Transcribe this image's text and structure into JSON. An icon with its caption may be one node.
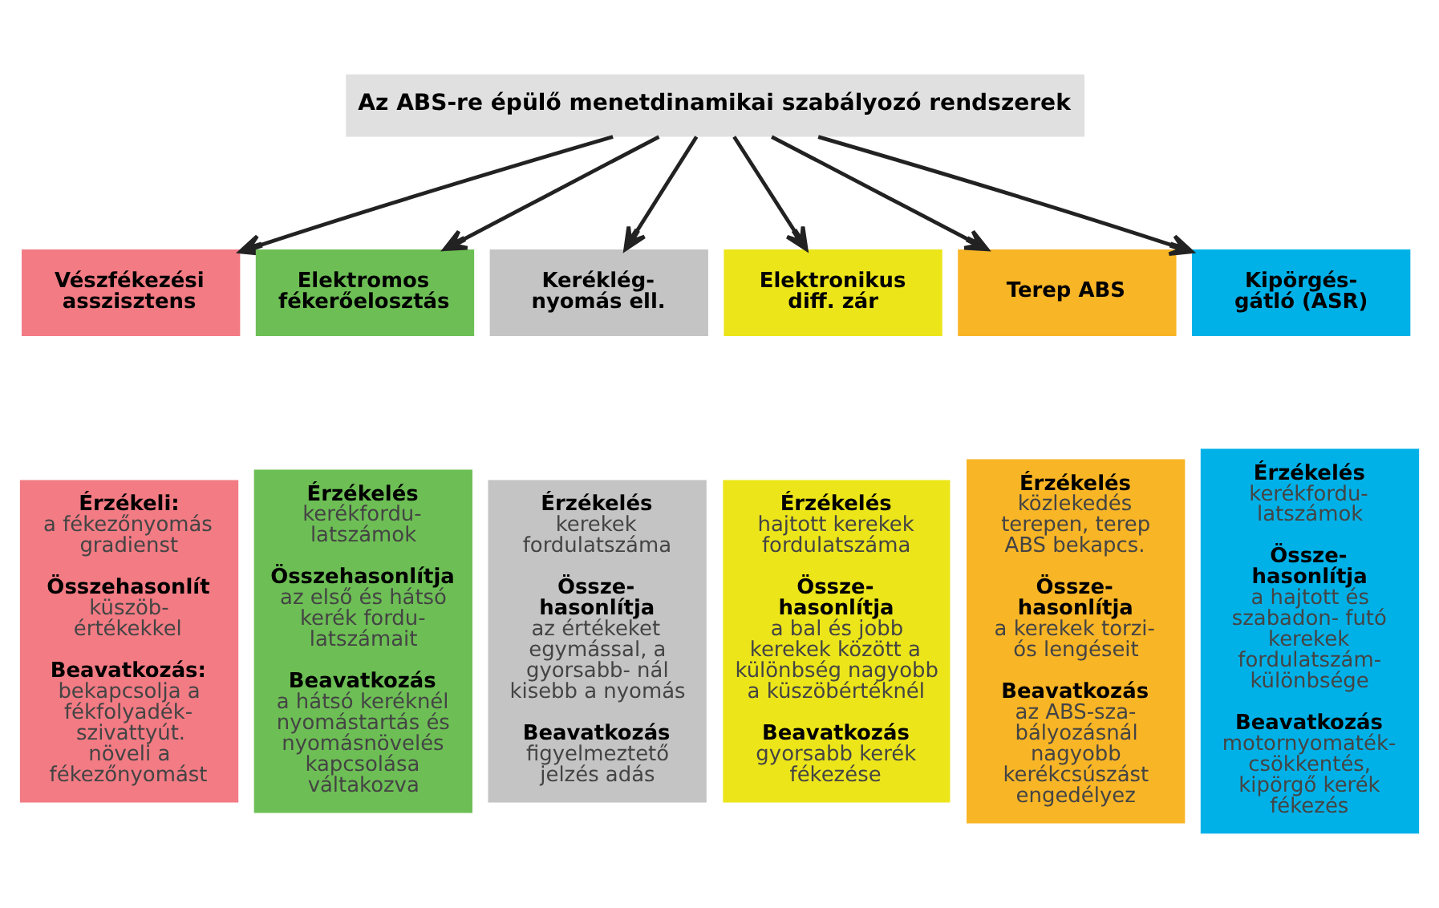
{
  "diagram": {
    "nodes": [
      {
        "text": [
          "Az ABS-re épülő menetdinamikai szabályozó rendszerek"
        ]
      },
      {
        "text": [
          "Vészfékezési asszisztens"
        ]
      },
      {
        "text": [
          "Elektromos fékerőelosztás"
        ]
      },
      {
        "text": [
          "Keréklég- nyomás ell."
        ]
      },
      {
        "text": [
          "Elektronikus diff. zár"
        ]
      },
      {
        "text": [
          "Terep ABS"
        ]
      },
      {
        "text": [
          "Kipörgés- gátló (ASR)"
        ]
      },
      {
        "text": [
          "Érzékeli:",
          "a fékezőnyomás gradienst",
          "Összehasonlít",
          "küszöb- értékekkel",
          "Beavatkozás:",
          "bekapcsolja a fékfolyadék- szivattyút. növeli a fékezőnyomást"
        ]
      },
      {
        "text": [
          "Érzékelés",
          "kerékfordu- latszámok",
          "Összehasonlítja",
          "az első és hátsó kerék fordu- latszámait",
          "Beavatkozás",
          "a hátsó keréknél nyomástartás és nyomásnövelés kapcsolása váltakozva"
        ]
      },
      {
        "text": [
          "Érzékelés",
          "kerekek fordulatszáma",
          "Össze- hasonlítja",
          "az értékeket egymással, a gyorsabb- nál kisebb a nyomás",
          "Beavatkozás",
          "figyelmeztető jelzés adás"
        ]
      },
      {
        "text": [
          "Érzékelés",
          "hajtott kerekek fordulatszáma",
          "Össze- hasonlítja",
          "a bal és jobb kerekek között a különbség nagyobb a küszöbértéknél",
          "Beavatkozás",
          "gyorsabb kerék fékezése"
        ]
      },
      {
        "text": [
          "Érzékelés",
          "közlekedés terepen, terep ABS bekapcs.",
          "Össze- hasonlítja",
          "a kerekek torzi- ós lengéseit",
          "Beavatkozás",
          "az ABS-sza- bályozásnál nagyobb kerékcsúszást engedélyez"
        ]
      },
      {
        "text": [
          "Érzékelés",
          "kerékfordu- latszámok",
          "Össze- hasonlítja",
          "a hajtott és szabadon- futó kerekek fordulatszám- különbsége",
          "Beavatkozás",
          "motornyomaték- csökkentés, kipörgő kerék fékezés"
        ]
      }
    ],
    "edges": [
      {
        "from": 0,
        "to": 1,
        "arrow": "to"
      },
      {
        "from": 0,
        "to": 2,
        "arrow": "to"
      },
      {
        "from": 0,
        "to": 3,
        "arrow": "to"
      },
      {
        "from": 0,
        "to": 4,
        "arrow": "to"
      },
      {
        "from": 0,
        "to": 5,
        "arrow": "to"
      },
      {
        "from": 0,
        "to": 6,
        "arrow": "to"
      }
    ]
  }
}
